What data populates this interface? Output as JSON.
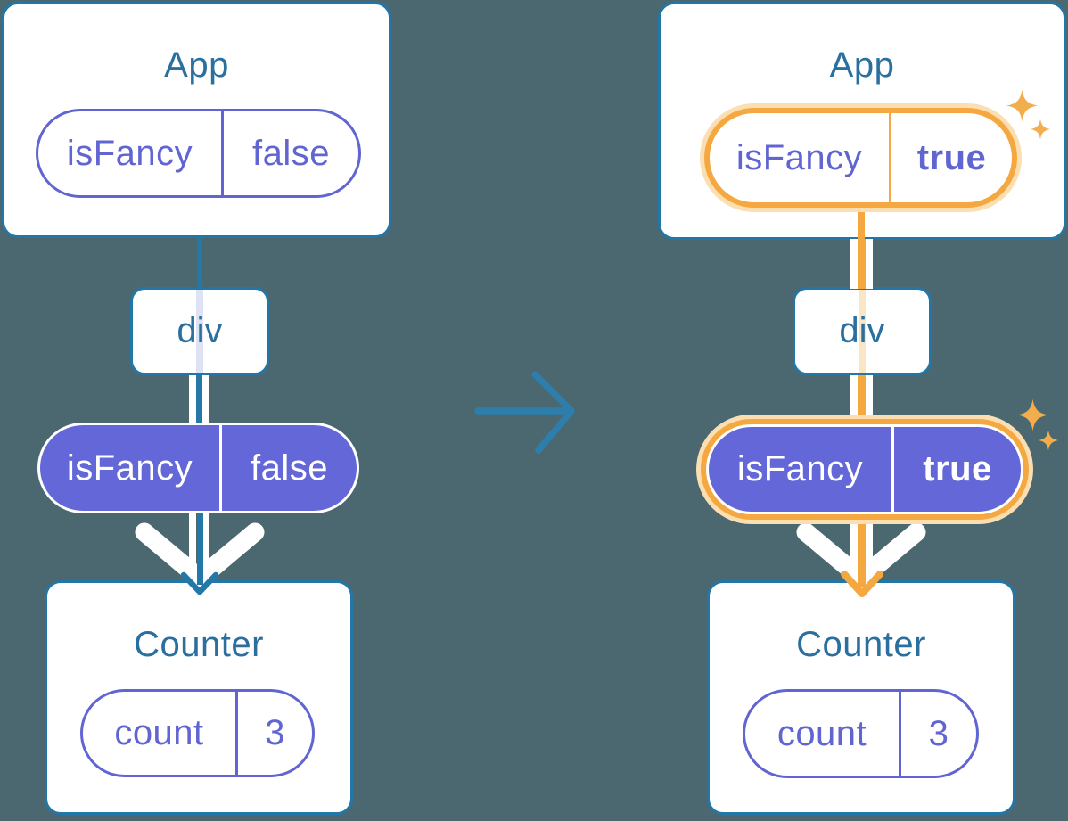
{
  "before": {
    "app": {
      "label": "App",
      "prop": {
        "key": "isFancy",
        "value": "false"
      }
    },
    "container": {
      "label": "div"
    },
    "prop_pill": {
      "key": "isFancy",
      "value": "false"
    },
    "counter": {
      "label": "Counter",
      "state": {
        "key": "count",
        "value": "3"
      }
    }
  },
  "after": {
    "app": {
      "label": "App",
      "prop": {
        "key": "isFancy",
        "value": "true"
      }
    },
    "container": {
      "label": "div"
    },
    "prop_pill": {
      "key": "isFancy",
      "value": "true"
    },
    "counter": {
      "label": "Counter",
      "state": {
        "key": "count",
        "value": "3"
      }
    }
  },
  "icons": {
    "transition": "right-arrow-icon",
    "flow": "white-chevron-arrow-icon",
    "highlight": "sparkle-icon"
  },
  "colors": {
    "background": "#4B6770",
    "card_border_blue": "#2277A7",
    "label_blue": "#2B6F9E",
    "edge_blue": "#2478A8",
    "purple": "#6165D2",
    "purple_fill": "#6467D8",
    "orange": "#F5A840",
    "orange_glow": "#FBDFB2",
    "sparkle_orange": "#F2AE4D",
    "lavender_trace": "#DDE3F4",
    "cream_trace": "#FAE6C4",
    "white": "#FFFFFF"
  }
}
